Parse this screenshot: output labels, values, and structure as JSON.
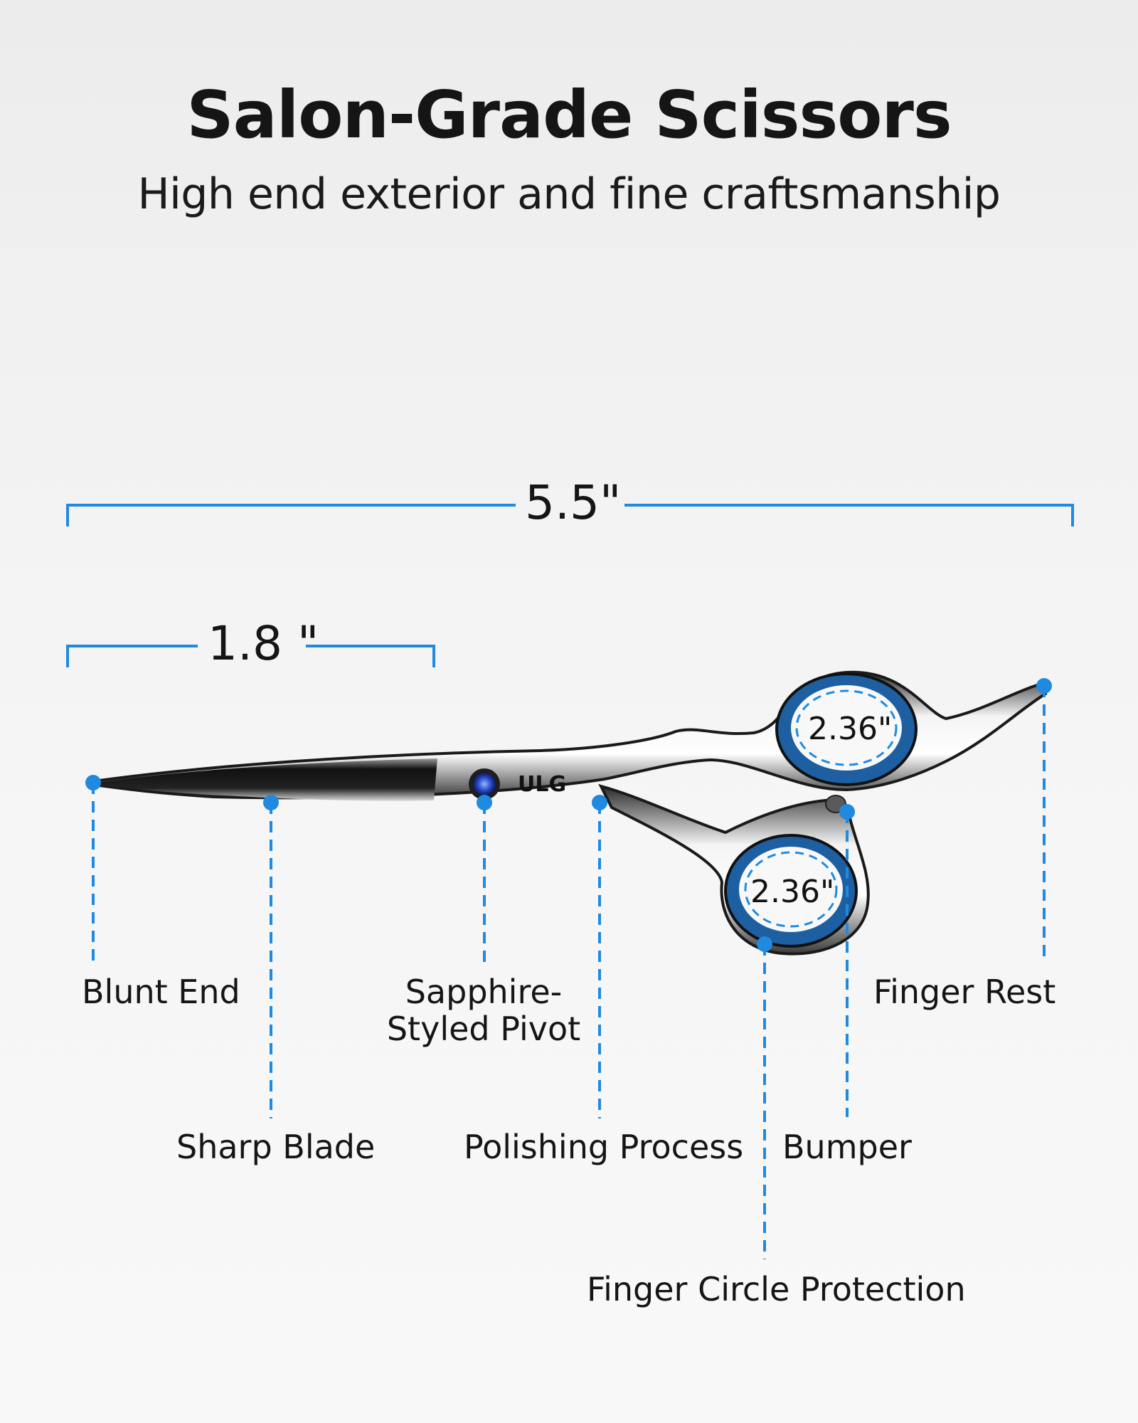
{
  "header": {
    "title": "Salon-Grade Scissors",
    "subtitle": "High end exterior and fine craftsmanship"
  },
  "dimensions": {
    "overall_length": "5.5\"",
    "blade_length": "1.8 \"",
    "upper_ring_diameter": "2.36\"",
    "lower_ring_diameter": "2.36\""
  },
  "product": {
    "brand_logo": "ULG",
    "icon": "scissors-icon"
  },
  "callouts": [
    {
      "id": "blunt-end",
      "label": "Blunt End"
    },
    {
      "id": "sharp-blade",
      "label": "Sharp Blade"
    },
    {
      "id": "sapphire-pivot",
      "label_line1": "Sapphire-",
      "label_line2": "Styled Pivot"
    },
    {
      "id": "polishing-process",
      "label": "Polishing Process"
    },
    {
      "id": "finger-circle-protection",
      "label": "Finger Circle Protection"
    },
    {
      "id": "bumper",
      "label": "Bumper"
    },
    {
      "id": "finger-rest",
      "label": "Finger Rest"
    }
  ],
  "colors": {
    "accent_blue": "#1f8ae0",
    "ring_blue": "#1d5fa0",
    "text": "#151515",
    "background": "#f4f4f4"
  }
}
